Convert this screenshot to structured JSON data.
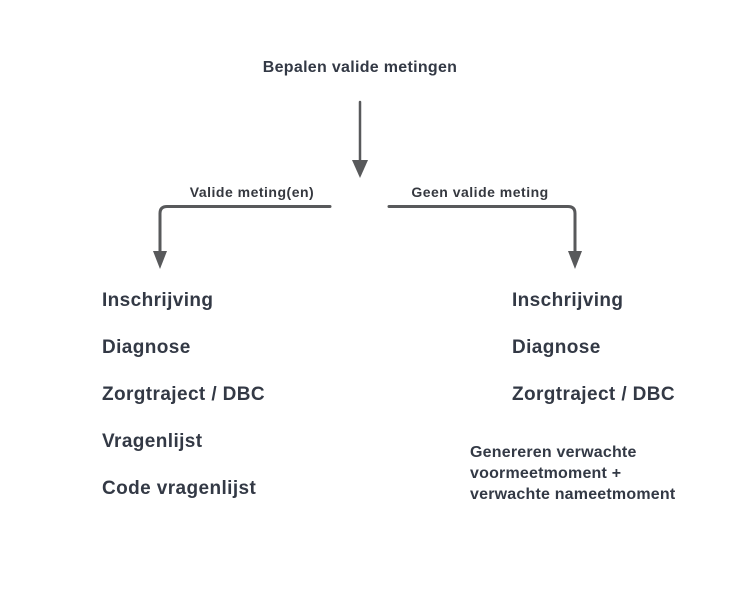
{
  "title": "Bepalen valide metingen",
  "branches": {
    "left": {
      "label": "Valide meting(en)",
      "items": [
        "Inschrijving",
        "Diagnose",
        "Zorgtraject / DBC",
        "Vragenlijst",
        "Code vragenlijst"
      ]
    },
    "right": {
      "label": "Geen valide meting",
      "items": [
        "Inschrijving",
        "Diagnose",
        "Zorgtraject / DBC"
      ],
      "note_lines": [
        "Genereren verwachte",
        "voormeetmoment +",
        "verwachte nameetmoment"
      ]
    }
  },
  "colors": {
    "text": "#333945",
    "label": "#35383f",
    "arrow": "#58595b",
    "background": "#ffffff"
  }
}
